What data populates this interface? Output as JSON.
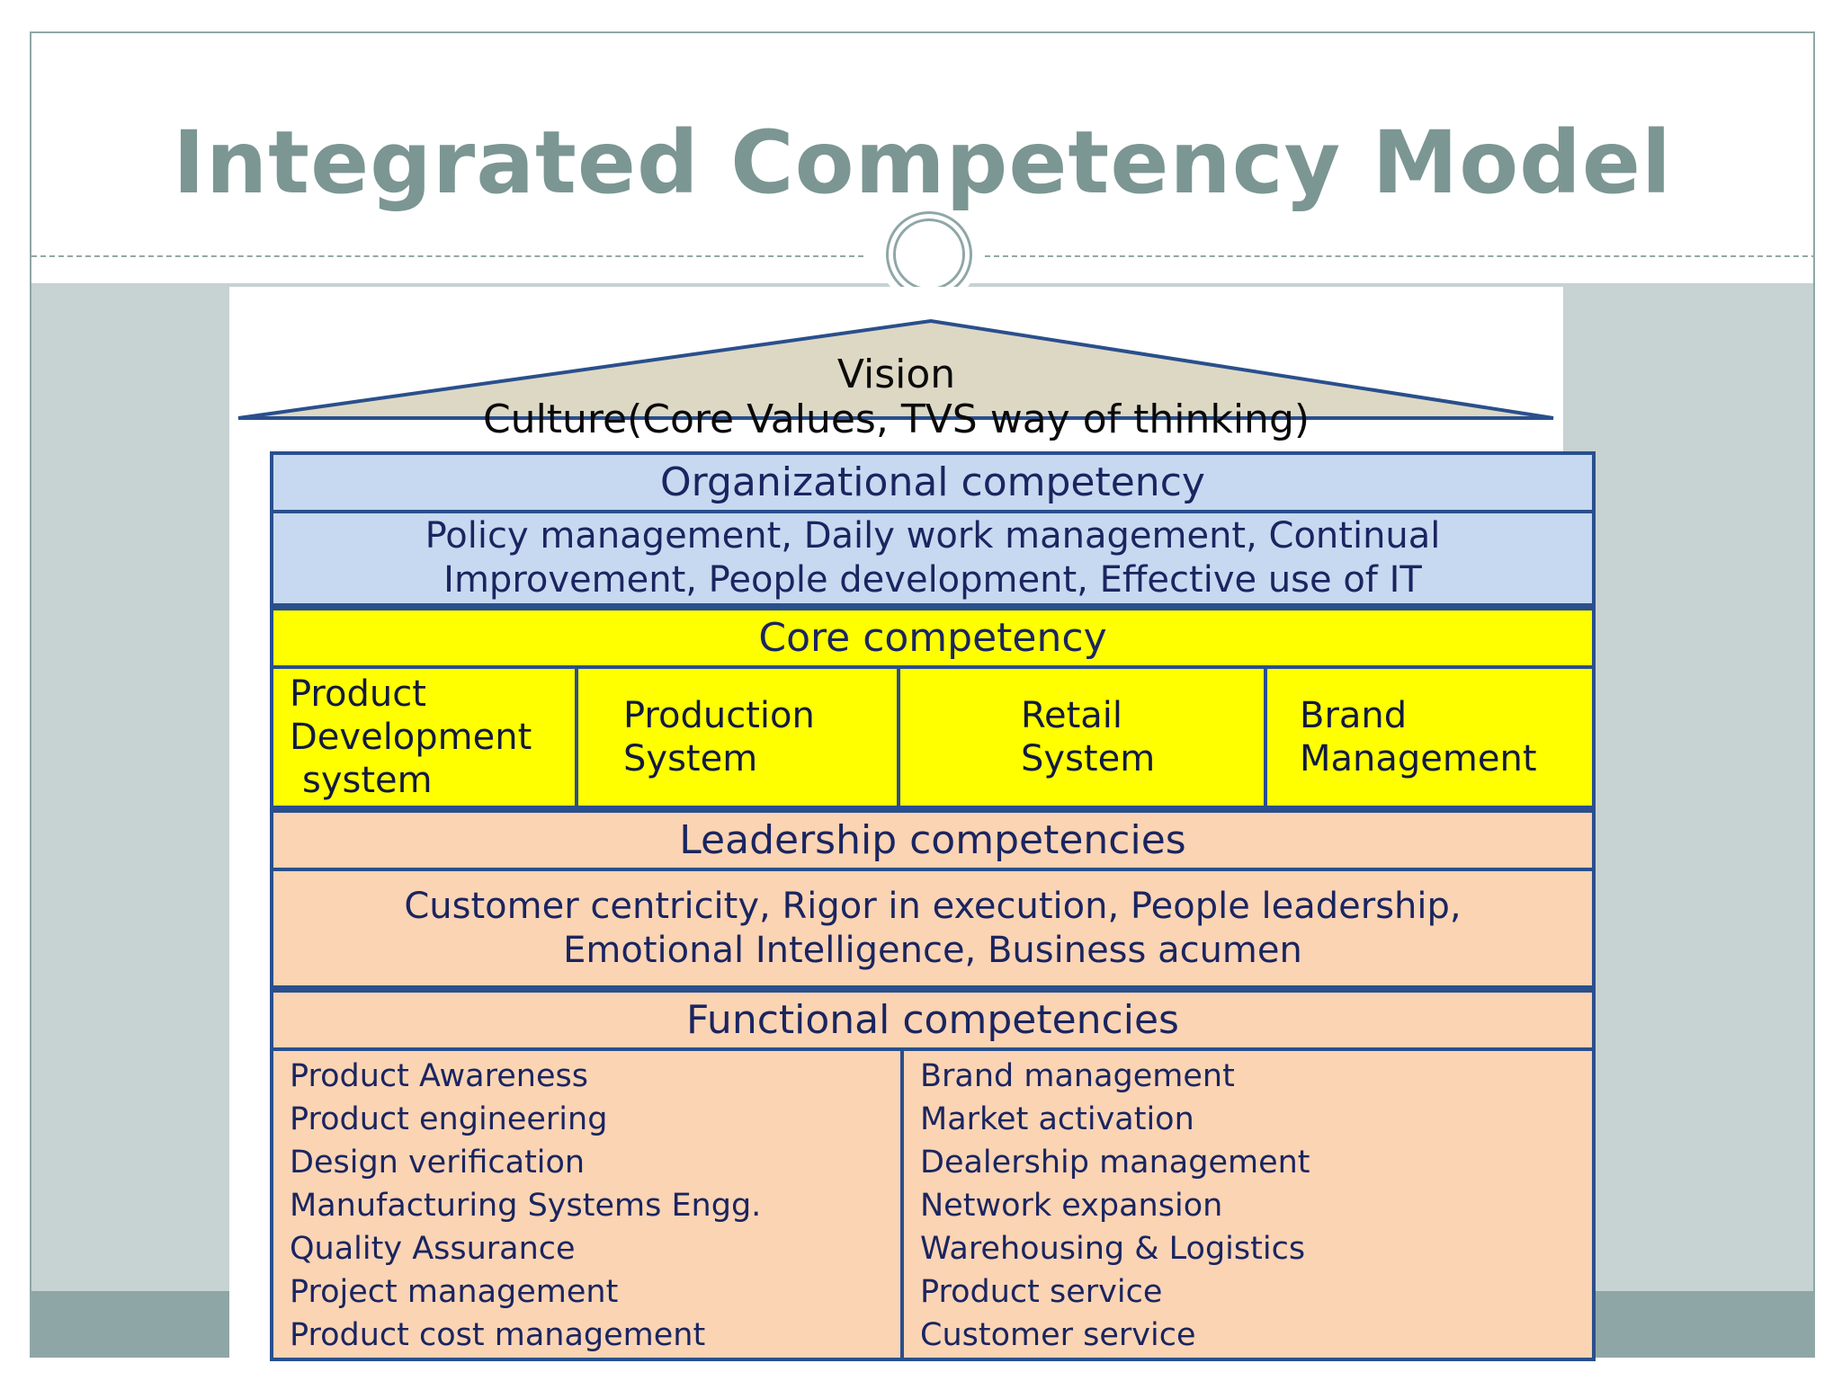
{
  "title": "Integrated Competency Model",
  "colors": {
    "title": "#7b9693",
    "slide_background": "#c7d2d3",
    "roof_fill": "#ddd8c4",
    "border": "#2a4f8c",
    "organizational": "#c6d9f1",
    "core": "#ffff00",
    "leadership_functional": "#fbd4b4"
  },
  "roof": {
    "line1": "Vision",
    "line2": "Culture(Core Values, TVS way of thinking)"
  },
  "organizational": {
    "header": "Organizational  competency",
    "line1": "Policy management, Daily work management, Continual",
    "line2": "Improvement, People development, Effective use of IT"
  },
  "core": {
    "header": "Core competency",
    "cells": [
      {
        "lines": [
          "Product",
          "Development",
          " system"
        ]
      },
      {
        "lines": [
          "Production",
          "System"
        ]
      },
      {
        "lines": [
          "Retail",
          "System"
        ]
      },
      {
        "lines": [
          "Brand",
          "Management"
        ]
      }
    ]
  },
  "leadership": {
    "header": "Leadership competencies",
    "line1": "Customer centricity, Rigor in execution, People leadership,",
    "line2": "Emotional Intelligence, Business acumen"
  },
  "functional": {
    "header": "Functional competencies",
    "left": [
      "Product Awareness",
      "Product engineering",
      "Design verification",
      "Manufacturing Systems Engg.",
      "Quality Assurance",
      "Project management",
      "Product cost management"
    ],
    "right": [
      "Brand management",
      "Market activation",
      "Dealership management",
      "Network expansion",
      "Warehousing & Logistics",
      "Product service",
      "Customer service"
    ]
  }
}
